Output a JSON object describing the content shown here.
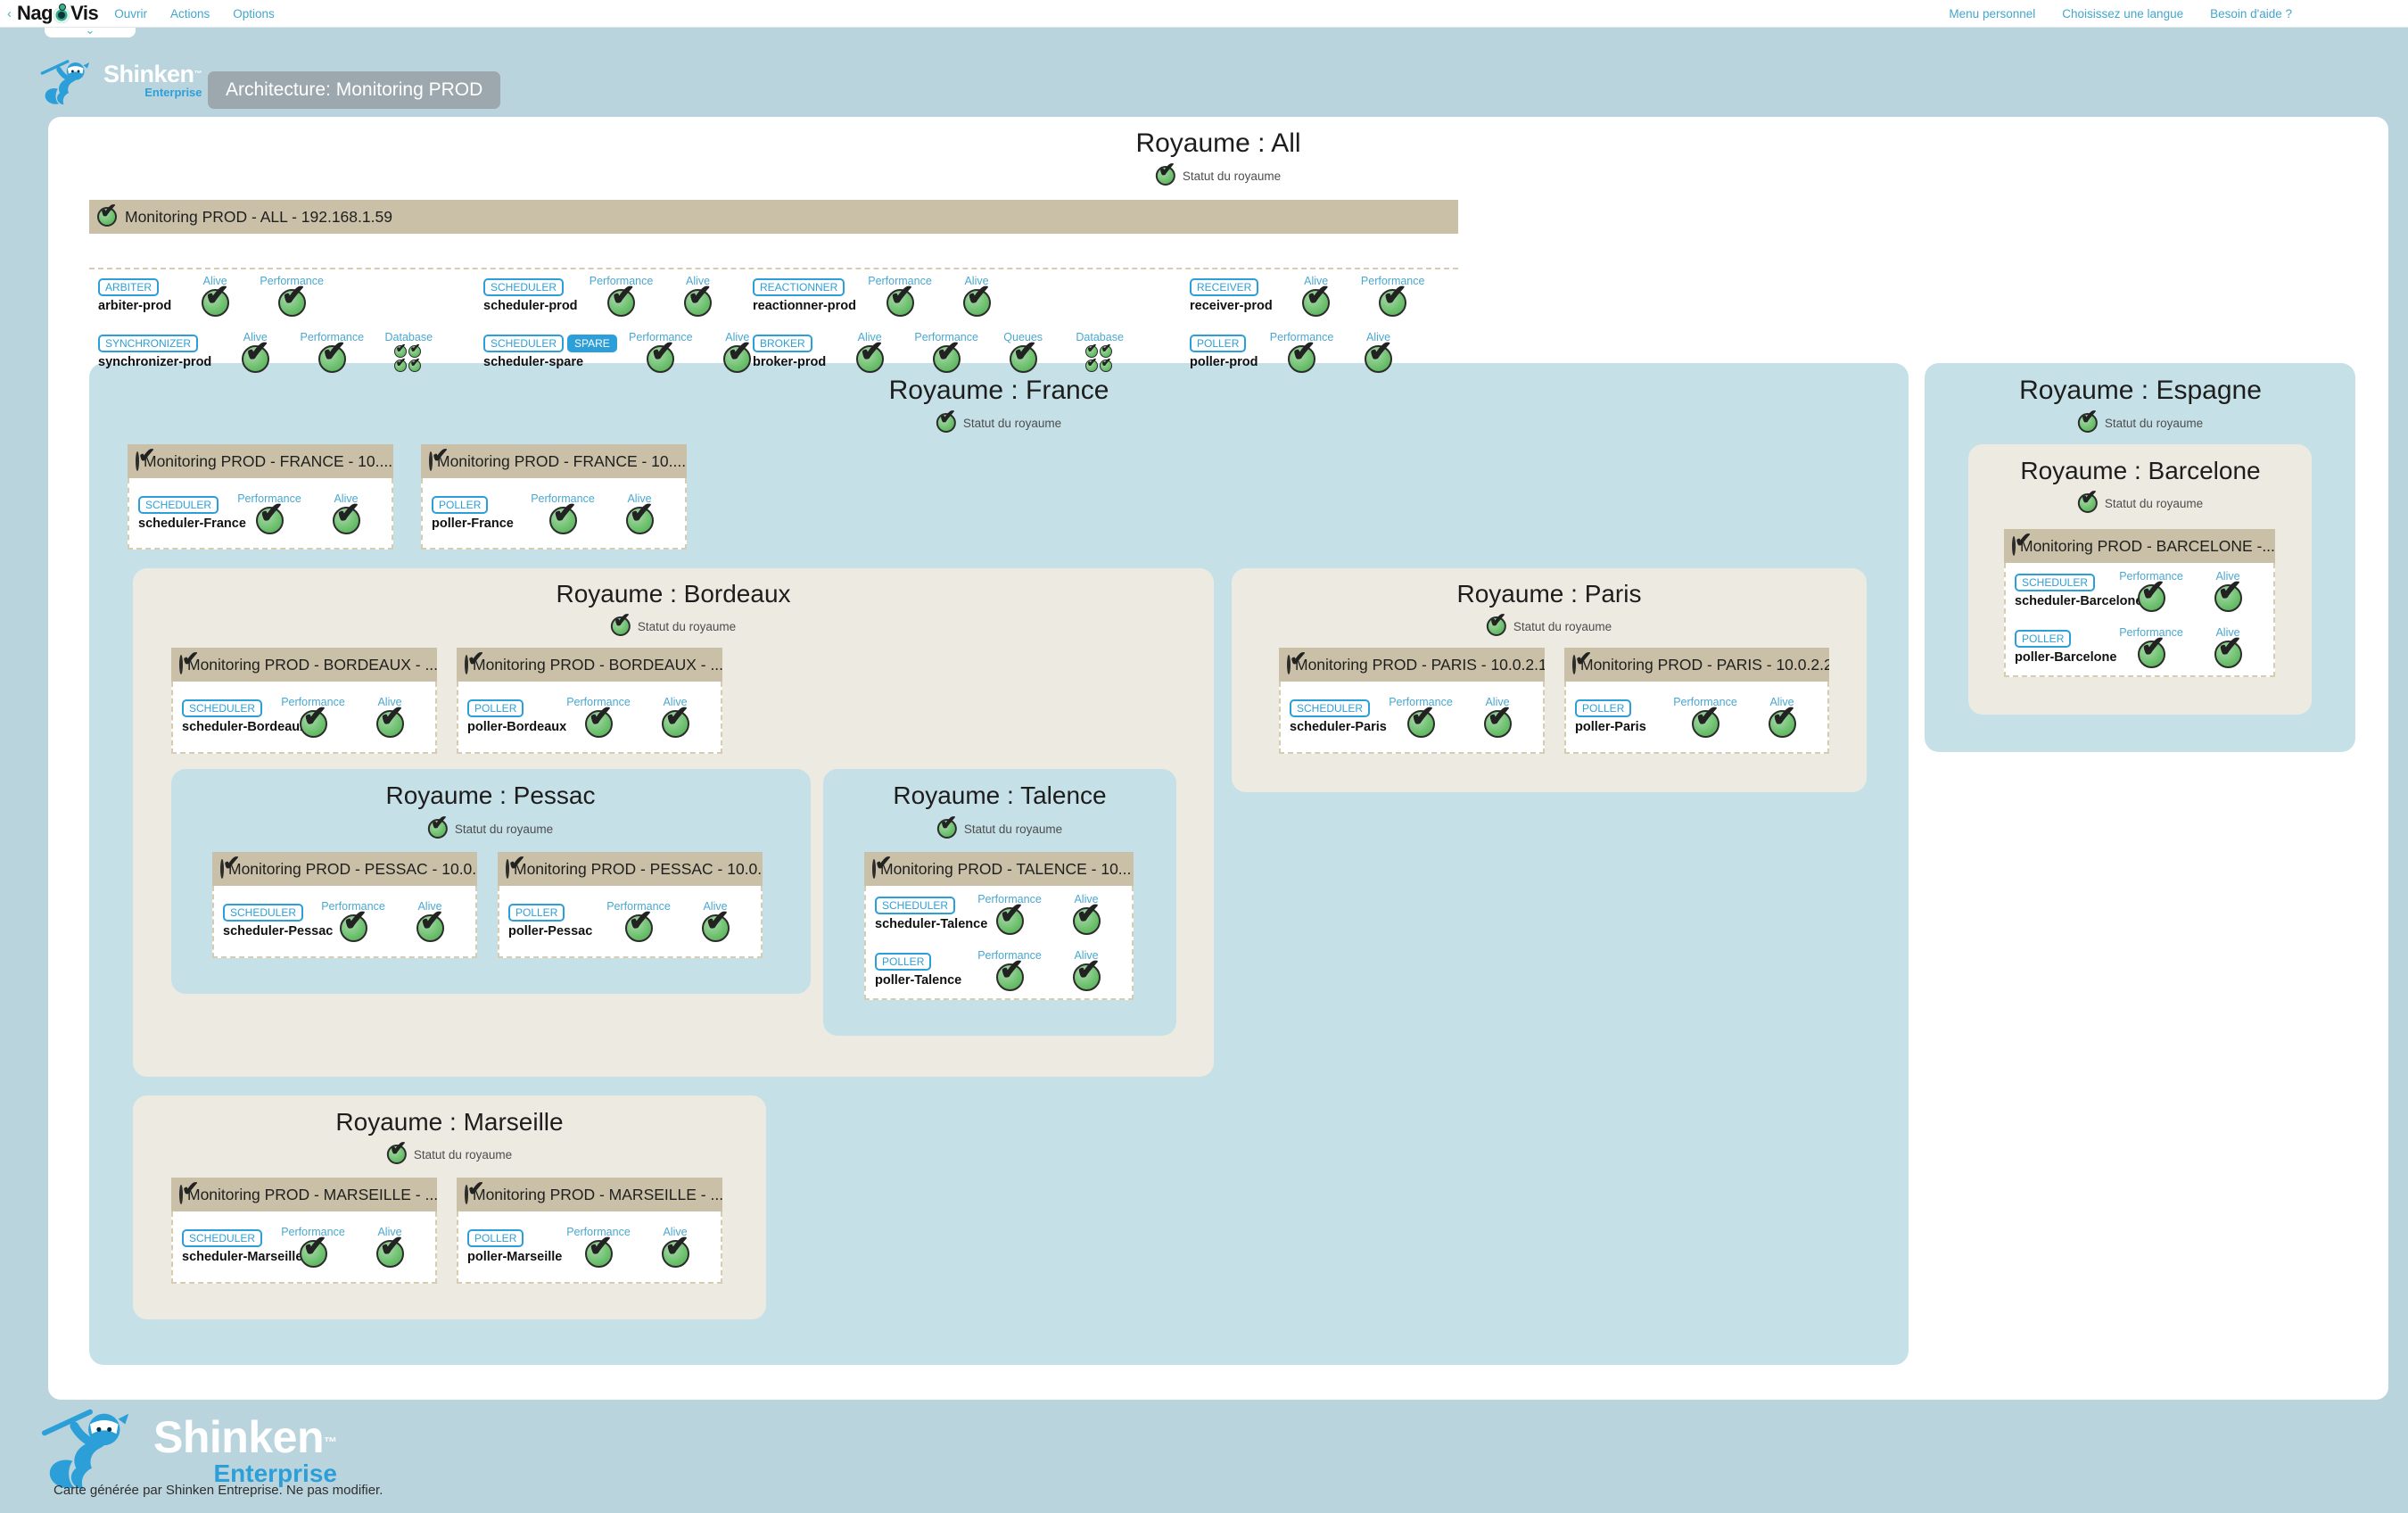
{
  "topbar": {
    "back_arrow": "‹",
    "brand_prefix": "Nag",
    "brand_suffix": "Vis",
    "left_links": {
      "open": "Ouvrir",
      "actions": "Actions",
      "options": "Options"
    },
    "right_links": {
      "personal": "Menu personnel",
      "language": "Choisissez une langue",
      "help": "Besoin d'aide ?"
    }
  },
  "header": {
    "shinken_wordmark": "Shinken",
    "shinken_tm": "™",
    "shinken_edition": "Enterprise",
    "architecture_label": "Architecture: Monitoring PROD"
  },
  "footer": {
    "shinken_wordmark": "Shinken",
    "shinken_tm": "™",
    "shinken_edition": "Enterprise",
    "caption": "Carte générée par Shinken Entreprise. Ne pas modifier."
  },
  "status_label": "Statut du royaume",
  "realms": {
    "all": {
      "title": "Royaume : All"
    },
    "france": {
      "title": "Royaume : France"
    },
    "espagne": {
      "title": "Royaume : Espagne"
    },
    "bordeaux": {
      "title": "Royaume : Bordeaux"
    },
    "paris": {
      "title": "Royaume : Paris"
    },
    "pessac": {
      "title": "Royaume : Pessac"
    },
    "talence": {
      "title": "Royaume : Talence"
    },
    "marseille": {
      "title": "Royaume : Marseille"
    },
    "barcelone": {
      "title": "Royaume : Barcelone"
    }
  },
  "boxes": {
    "all": {
      "title": "Monitoring PROD - ALL - 192.168.1.59"
    },
    "france1": {
      "title": "Monitoring PROD - FRANCE - 10...."
    },
    "france2": {
      "title": "Monitoring PROD - FRANCE - 10...."
    },
    "bordeaux1": {
      "title": "Monitoring PROD - BORDEAUX - ..."
    },
    "bordeaux2": {
      "title": "Monitoring PROD - BORDEAUX - ..."
    },
    "paris1": {
      "title": "Monitoring PROD - PARIS - 10.0.2.1"
    },
    "paris2": {
      "title": "Monitoring PROD - PARIS - 10.0.2.2"
    },
    "pessac1": {
      "title": "Monitoring PROD - PESSAC - 10.0..."
    },
    "pessac2": {
      "title": "Monitoring PROD - PESSAC - 10.0..."
    },
    "talence": {
      "title": "Monitoring PROD - TALENCE - 10..."
    },
    "marseille1": {
      "title": "Monitoring PROD - MARSEILLE - ..."
    },
    "marseille2": {
      "title": "Monitoring PROD - MARSEILLE - ..."
    },
    "barcelone": {
      "title": "Monitoring PROD - BARCELONE -..."
    }
  },
  "components": {
    "arbiter_prod": {
      "badges": [
        "ARBITER"
      ],
      "name": "arbiter-prod",
      "metrics": [
        {
          "label": "Alive",
          "icon": "check"
        },
        {
          "label": "Performance",
          "icon": "check"
        }
      ]
    },
    "scheduler_prod": {
      "badges": [
        "SCHEDULER"
      ],
      "name": "scheduler-prod",
      "metrics": [
        {
          "label": "Performance",
          "icon": "check"
        },
        {
          "label": "Alive",
          "icon": "check"
        }
      ]
    },
    "reactionner_prod": {
      "badges": [
        "REACTIONNER"
      ],
      "name": "reactionner-prod",
      "metrics": [
        {
          "label": "Performance",
          "icon": "check"
        },
        {
          "label": "Alive",
          "icon": "check"
        }
      ]
    },
    "receiver_prod": {
      "badges": [
        "RECEIVER"
      ],
      "name": "receiver-prod",
      "metrics": [
        {
          "label": "Alive",
          "icon": "check"
        },
        {
          "label": "Performance",
          "icon": "check"
        }
      ]
    },
    "synchronizer_prod": {
      "badges": [
        "SYNCHRONIZER"
      ],
      "name": "synchronizer-prod",
      "metrics": [
        {
          "label": "Alive",
          "icon": "check"
        },
        {
          "label": "Performance",
          "icon": "check"
        },
        {
          "label": "Database",
          "icon": "db"
        }
      ]
    },
    "scheduler_spare": {
      "badges": [
        "SCHEDULER",
        "SPARE"
      ],
      "name": "scheduler-spare",
      "metrics": [
        {
          "label": "Performance",
          "icon": "check"
        },
        {
          "label": "Alive",
          "icon": "check"
        }
      ]
    },
    "broker_prod": {
      "badges": [
        "BROKER"
      ],
      "name": "broker-prod",
      "metrics": [
        {
          "label": "Alive",
          "icon": "check"
        },
        {
          "label": "Performance",
          "icon": "check"
        },
        {
          "label": "Queues",
          "icon": "check"
        },
        {
          "label": "Database",
          "icon": "db"
        }
      ]
    },
    "poller_prod": {
      "badges": [
        "POLLER"
      ],
      "name": "poller-prod",
      "metrics": [
        {
          "label": "Performance",
          "icon": "check"
        },
        {
          "label": "Alive",
          "icon": "check"
        }
      ]
    },
    "scheduler_france": {
      "badges": [
        "SCHEDULER"
      ],
      "name": "scheduler-France",
      "metrics": [
        {
          "label": "Performance",
          "icon": "check"
        },
        {
          "label": "Alive",
          "icon": "check"
        }
      ]
    },
    "poller_france": {
      "badges": [
        "POLLER"
      ],
      "name": "poller-France",
      "metrics": [
        {
          "label": "Performance",
          "icon": "check"
        },
        {
          "label": "Alive",
          "icon": "check"
        }
      ]
    },
    "scheduler_bordeaux": {
      "badges": [
        "SCHEDULER"
      ],
      "name": "scheduler-Bordeaux",
      "metrics": [
        {
          "label": "Performance",
          "icon": "check"
        },
        {
          "label": "Alive",
          "icon": "check"
        }
      ]
    },
    "poller_bordeaux": {
      "badges": [
        "POLLER"
      ],
      "name": "poller-Bordeaux",
      "metrics": [
        {
          "label": "Performance",
          "icon": "check"
        },
        {
          "label": "Alive",
          "icon": "check"
        }
      ]
    },
    "scheduler_paris": {
      "badges": [
        "SCHEDULER"
      ],
      "name": "scheduler-Paris",
      "metrics": [
        {
          "label": "Performance",
          "icon": "check"
        },
        {
          "label": "Alive",
          "icon": "check"
        }
      ]
    },
    "poller_paris": {
      "badges": [
        "POLLER"
      ],
      "name": "poller-Paris",
      "metrics": [
        {
          "label": "Performance",
          "icon": "check"
        },
        {
          "label": "Alive",
          "icon": "check"
        }
      ]
    },
    "scheduler_pessac": {
      "badges": [
        "SCHEDULER"
      ],
      "name": "scheduler-Pessac",
      "metrics": [
        {
          "label": "Performance",
          "icon": "check"
        },
        {
          "label": "Alive",
          "icon": "check"
        }
      ]
    },
    "poller_pessac": {
      "badges": [
        "POLLER"
      ],
      "name": "poller-Pessac",
      "metrics": [
        {
          "label": "Performance",
          "icon": "check"
        },
        {
          "label": "Alive",
          "icon": "check"
        }
      ]
    },
    "scheduler_talence": {
      "badges": [
        "SCHEDULER"
      ],
      "name": "scheduler-Talence",
      "metrics": [
        {
          "label": "Performance",
          "icon": "check"
        },
        {
          "label": "Alive",
          "icon": "check"
        }
      ]
    },
    "poller_talence": {
      "badges": [
        "POLLER"
      ],
      "name": "poller-Talence",
      "metrics": [
        {
          "label": "Performance",
          "icon": "check"
        },
        {
          "label": "Alive",
          "icon": "check"
        }
      ]
    },
    "scheduler_marseille": {
      "badges": [
        "SCHEDULER"
      ],
      "name": "scheduler-Marseille",
      "metrics": [
        {
          "label": "Performance",
          "icon": "check"
        },
        {
          "label": "Alive",
          "icon": "check"
        }
      ]
    },
    "poller_marseille": {
      "badges": [
        "POLLER"
      ],
      "name": "poller-Marseille",
      "metrics": [
        {
          "label": "Performance",
          "icon": "check"
        },
        {
          "label": "Alive",
          "icon": "check"
        }
      ]
    },
    "scheduler_barcelone": {
      "badges": [
        "SCHEDULER"
      ],
      "name": "scheduler-Barcelone",
      "metrics": [
        {
          "label": "Performance",
          "icon": "check"
        },
        {
          "label": "Alive",
          "icon": "check"
        }
      ]
    },
    "poller_barcelone": {
      "badges": [
        "POLLER"
      ],
      "name": "poller-Barcelone",
      "metrics": [
        {
          "label": "Performance",
          "icon": "check"
        },
        {
          "label": "Alive",
          "icon": "check"
        }
      ]
    }
  },
  "colors": {
    "accent_blue": "#2d9fd8",
    "link_blue": "#45a6cb",
    "ok_green": "#6abf6b",
    "header_tan": "#c9c0a7",
    "realm_blue": "#c5e1e7",
    "realm_cream": "#edeae1",
    "page_bg": "#bad4de"
  }
}
